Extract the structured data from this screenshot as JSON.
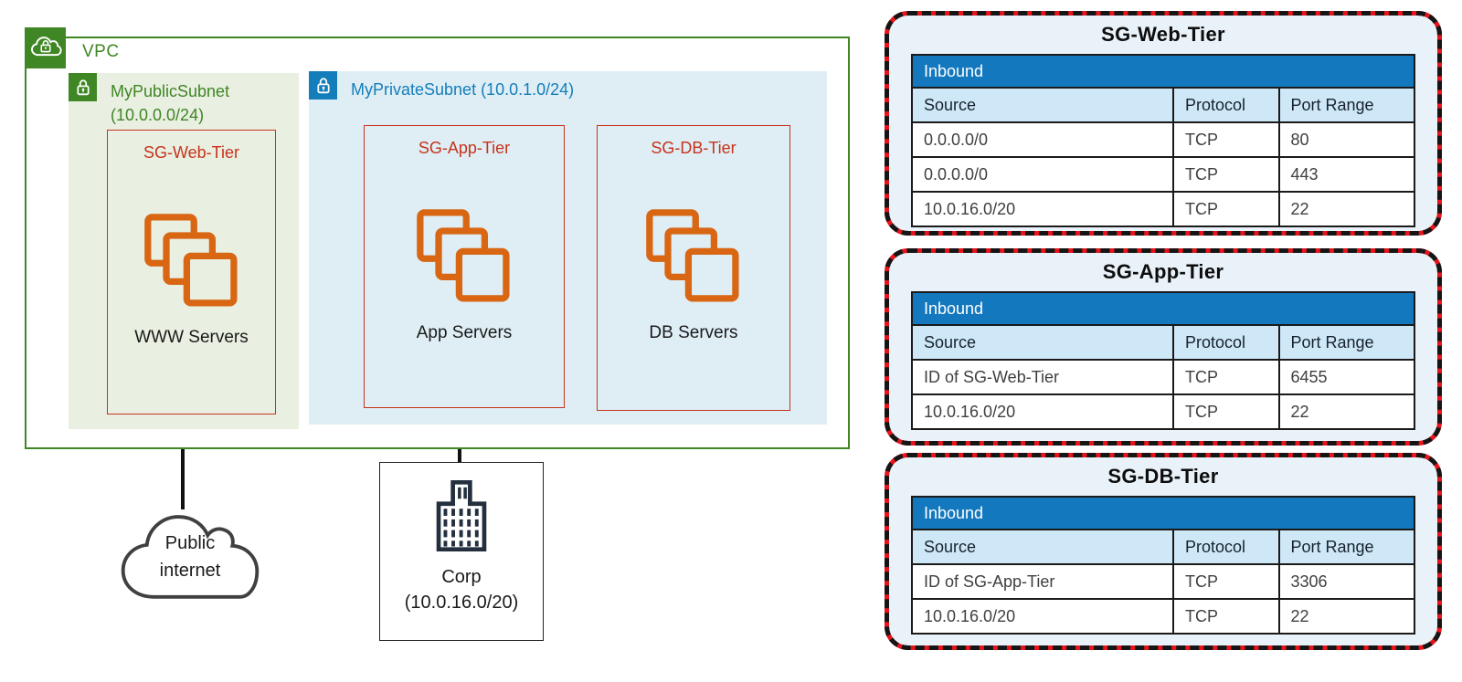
{
  "diagram": {
    "vpc": {
      "label": "VPC"
    },
    "public_subnet": {
      "label": "MyPublicSubnet\n(10.0.0.0/24)"
    },
    "private_subnet": {
      "label": "MyPrivateSubnet (10.0.1.0/24)"
    },
    "sg_web": {
      "label": "SG-Web-Tier",
      "servers": "WWW Servers"
    },
    "sg_app": {
      "label": "SG-App-Tier",
      "servers": "App Servers"
    },
    "sg_db": {
      "label": "SG-DB-Tier",
      "servers": "DB Servers"
    },
    "internet": {
      "label": "Public\ninternet"
    },
    "corp": {
      "label": "Corp",
      "cidr": "(10.0.16.0/20)"
    }
  },
  "tables": [
    {
      "title": "SG-Web-Tier",
      "section": "Inbound",
      "columns": [
        "Source",
        "Protocol",
        "Port Range"
      ],
      "rows": [
        [
          "0.0.0.0/0",
          "TCP",
          "80"
        ],
        [
          "0.0.0.0/0",
          "TCP",
          "443"
        ],
        [
          "10.0.16.0/20",
          "TCP",
          "22"
        ]
      ]
    },
    {
      "title": "SG-App-Tier",
      "section": "Inbound",
      "columns": [
        "Source",
        "Protocol",
        "Port Range"
      ],
      "rows": [
        [
          "ID of SG-Web-Tier",
          "TCP",
          "6455"
        ],
        [
          "10.0.16.0/20",
          "TCP",
          "22"
        ]
      ]
    },
    {
      "title": "SG-DB-Tier",
      "section": "Inbound",
      "columns": [
        "Source",
        "Protocol",
        "Port Range"
      ],
      "rows": [
        [
          "ID of SG-App-Tier",
          "TCP",
          "3306"
        ],
        [
          "10.0.16.0/20",
          "TCP",
          "22"
        ]
      ]
    }
  ],
  "colors": {
    "vpc_green": "#3F8624",
    "subnet_blue": "#147EBA",
    "sg_red": "#C7331C",
    "instance_orange": "#D86613",
    "table_header_blue": "#1478BE",
    "table_subheader_blue": "#CFE8F8",
    "panel_bg": "#E9F1F9",
    "dash_red": "#E8141C"
  }
}
